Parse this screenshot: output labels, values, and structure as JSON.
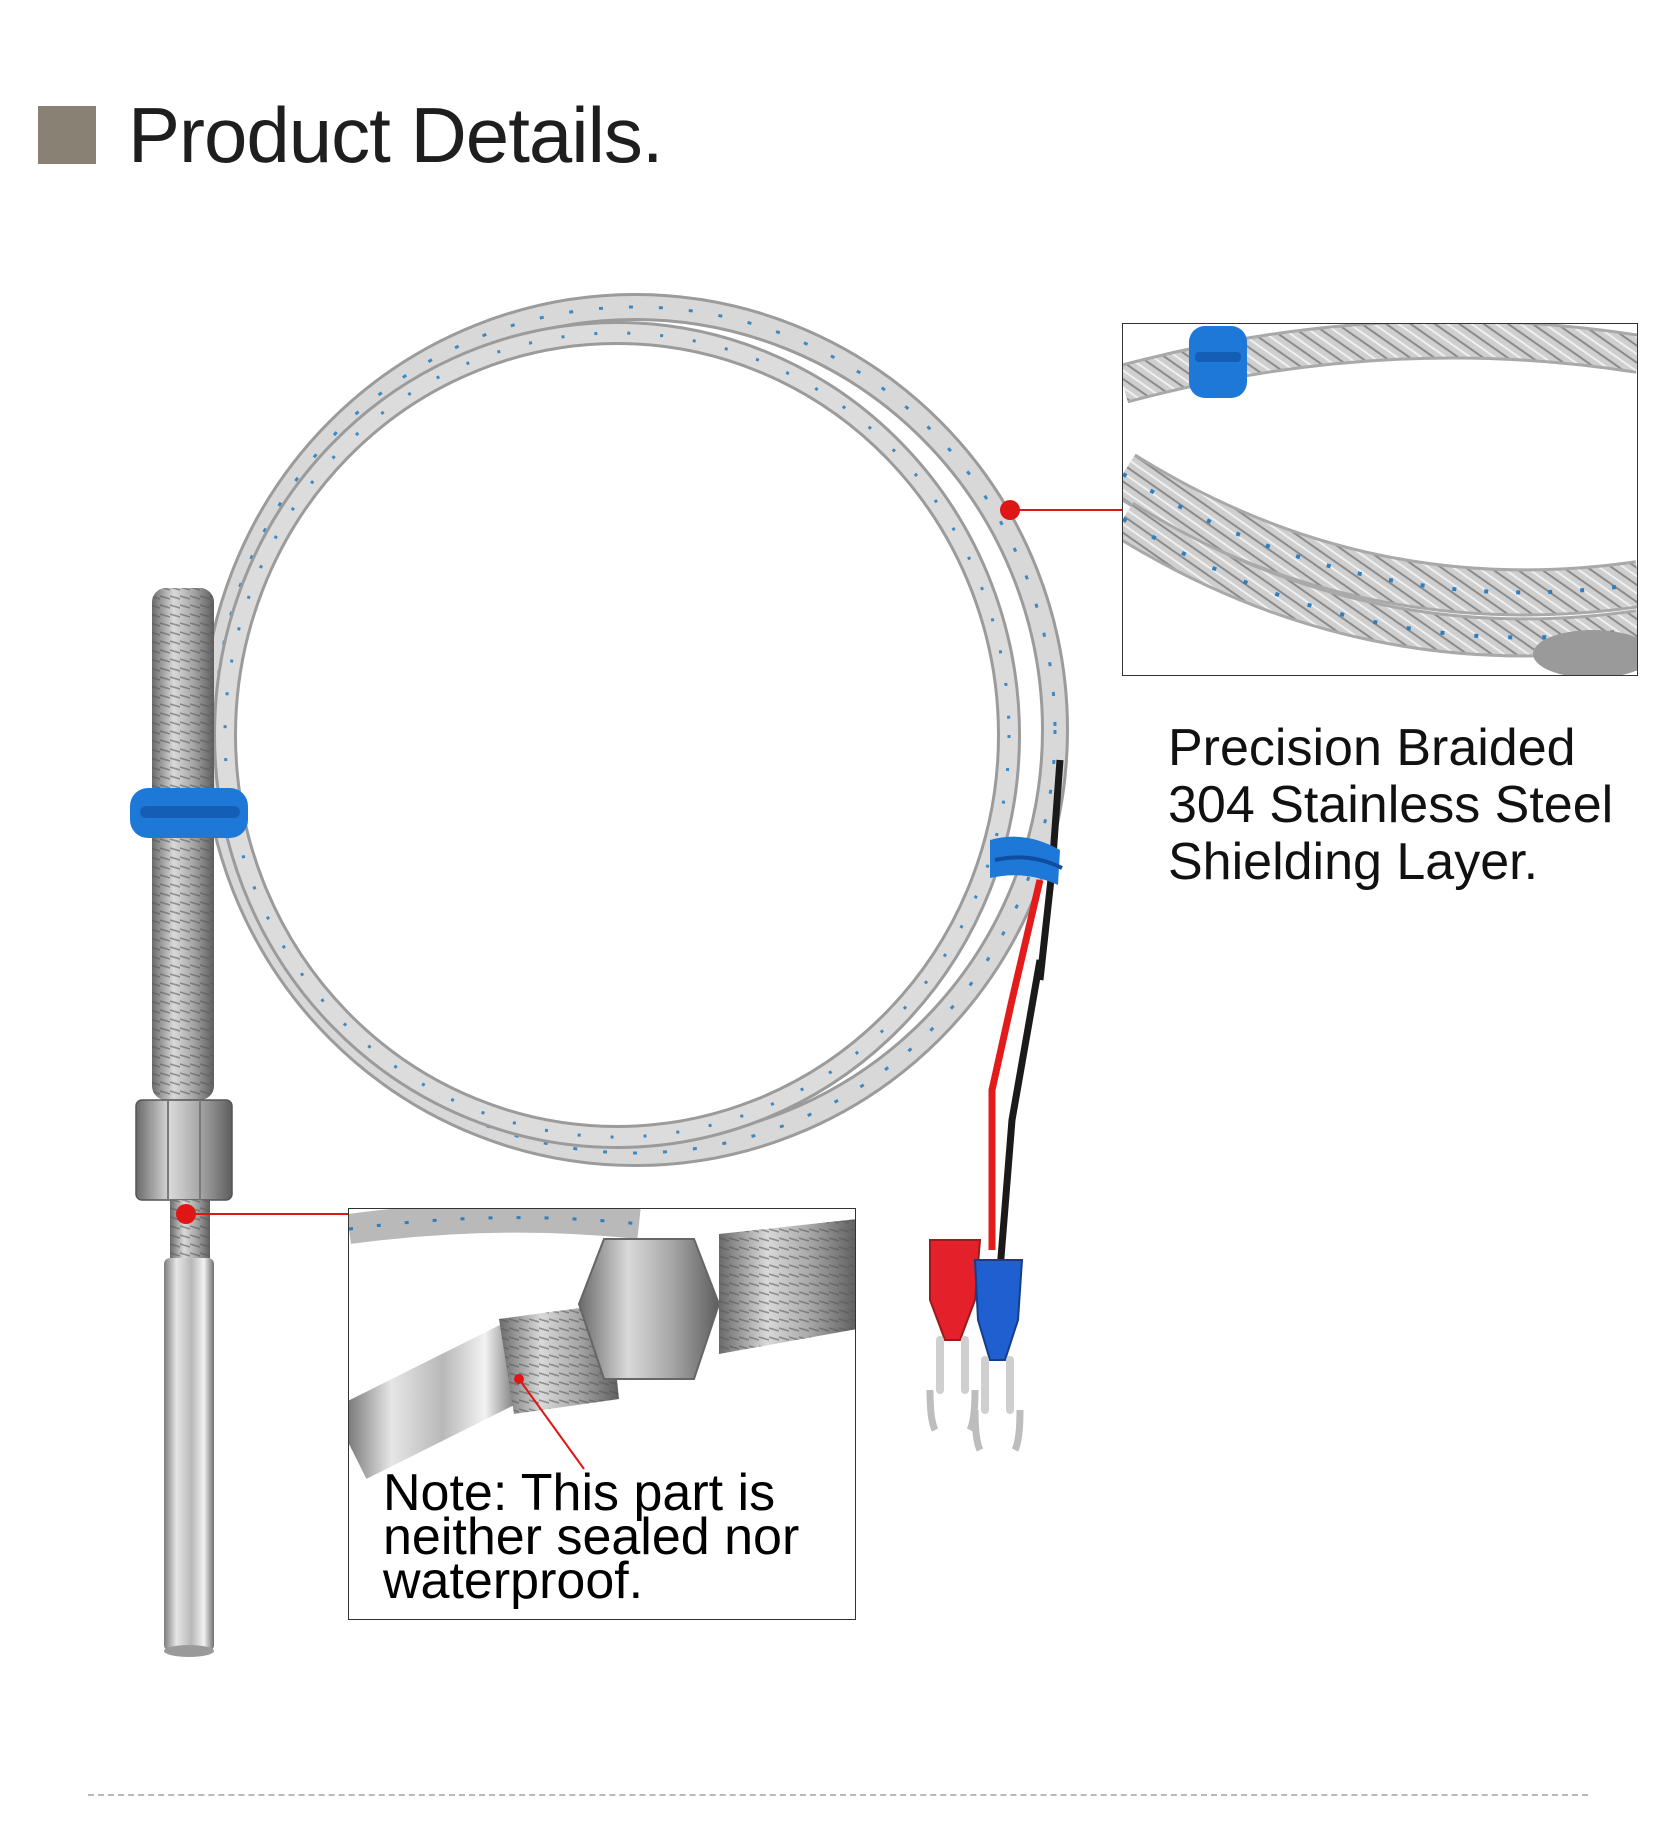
{
  "header": {
    "title": "Product Details."
  },
  "callouts": {
    "shielding_lines": [
      "Precision Braided",
      "304 Stainless Steel",
      "Shielding Layer."
    ],
    "note_lines": [
      "Note: This part is",
      "neither sealed nor",
      "waterproof."
    ]
  },
  "colors": {
    "header_square": "#8a8175",
    "pointer_red": "#e01515",
    "sleeve_blue": "#1e78d8",
    "braid_silver": "#c9c9c9"
  },
  "icons": {
    "header_marker": "square"
  }
}
